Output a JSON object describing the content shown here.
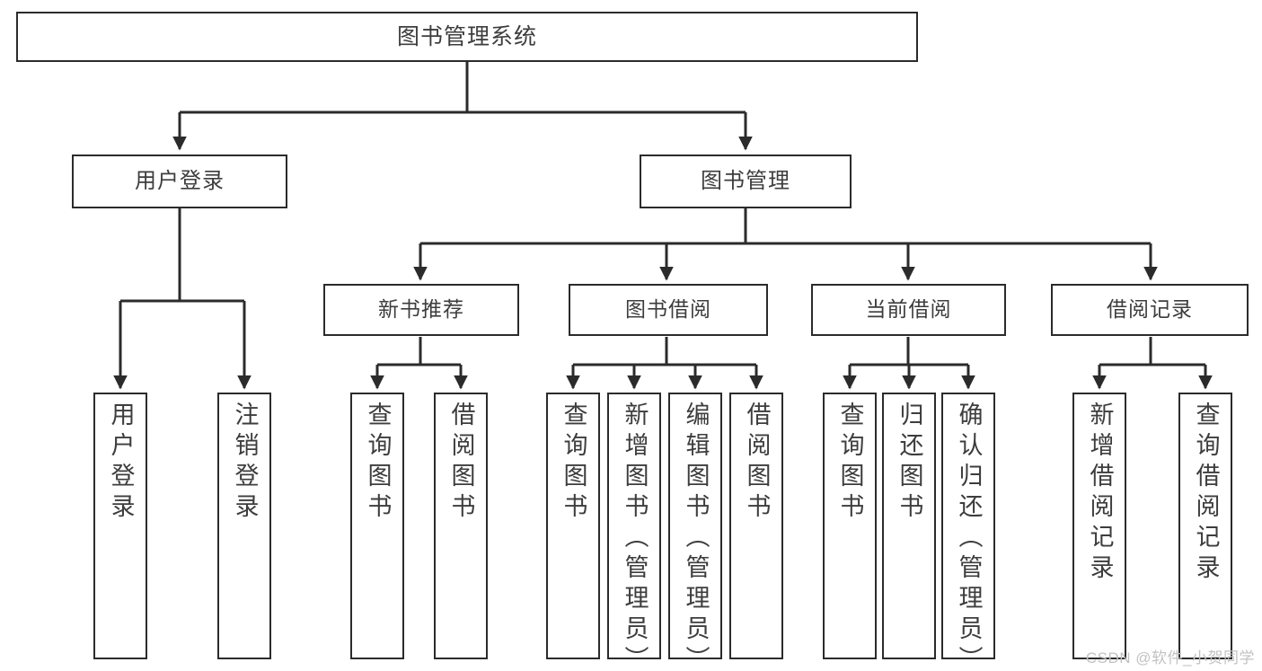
{
  "diagram": {
    "title": "图书管理系统",
    "type": "tree",
    "watermark": "CSDN @软件_小贺同学",
    "colors": {
      "border": "#2b2b2b",
      "text": "#3d3d3d",
      "background": "#ffffff",
      "edge": "#2b2b2b",
      "watermark": "#c2c2c2"
    },
    "nodes": {
      "root": "图书管理系统",
      "level1": [
        {
          "label": "用户登录"
        },
        {
          "label": "图书管理"
        }
      ],
      "level2": [
        {
          "label": "新书推荐"
        },
        {
          "label": "图书借阅"
        },
        {
          "label": "当前借阅"
        },
        {
          "label": "借阅记录"
        }
      ],
      "leaves_user_login": [
        {
          "label": "用户登录"
        },
        {
          "label": "注销登录"
        }
      ],
      "leaves_new_book": [
        {
          "label": "查询图书"
        },
        {
          "label": "借阅图书"
        }
      ],
      "leaves_borrow": [
        {
          "label": "查询图书"
        },
        {
          "label": "新增图书（管理员）"
        },
        {
          "label": "编辑图书（管理员）"
        },
        {
          "label": "借阅图书"
        }
      ],
      "leaves_current": [
        {
          "label": "查询图书"
        },
        {
          "label": "归还图书"
        },
        {
          "label": "确认归还（管理员）"
        }
      ],
      "leaves_records": [
        {
          "label": "新增借阅记录"
        },
        {
          "label": "查询借阅记录"
        }
      ]
    }
  }
}
